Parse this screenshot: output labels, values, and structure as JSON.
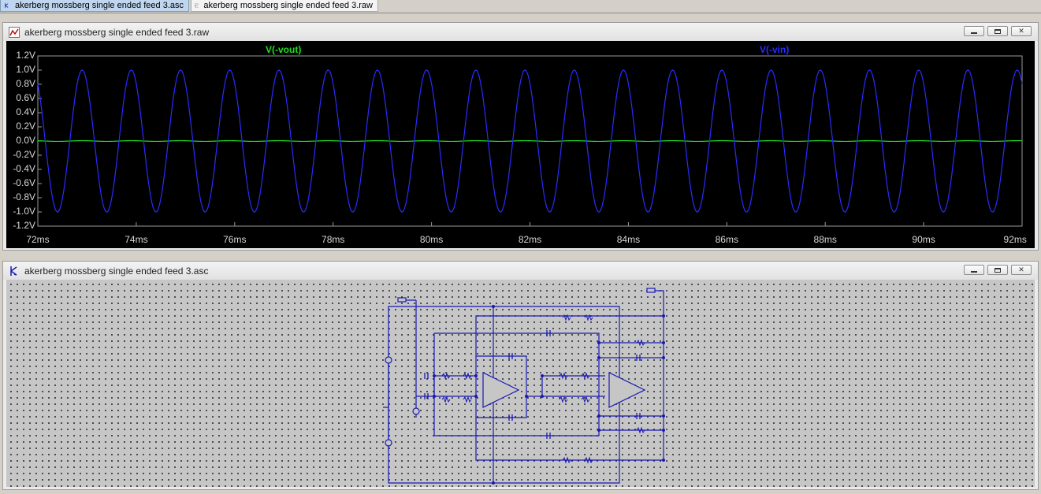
{
  "tabs": [
    {
      "label": "akerberg mossberg single ended feed 3.asc",
      "icon": "schematic-icon",
      "active": true
    },
    {
      "label": "akerberg mossberg single ended feed 3.raw",
      "icon": "waveform-icon",
      "active": false
    }
  ],
  "plot_window": {
    "title": "akerberg mossberg single ended feed 3.raw",
    "icon": "waveform-icon",
    "buttons": {
      "minimize": "minimize",
      "restore": "restore",
      "close": "close"
    }
  },
  "schematic_window": {
    "title": "akerberg mossberg single ended feed 3.asc",
    "icon": "schematic-icon",
    "buttons": {
      "minimize": "minimize",
      "restore": "restore",
      "close": "close"
    },
    "background": "#c6c6c6",
    "wire_color": "#1a1ab4"
  },
  "chart_data": {
    "type": "line",
    "background": "#000000",
    "series": [
      {
        "name": "V(-vout)",
        "color": "#1ee01e",
        "waveform": "sine",
        "amplitude": 0.005,
        "frequency_hz": 1000
      },
      {
        "name": "V(-vin)",
        "color": "#2b2bff",
        "waveform": "sine",
        "amplitude": 1.0,
        "frequency_hz": 1000
      }
    ],
    "x_range_ms": [
      72,
      92
    ],
    "ylim": [
      -1.2,
      1.2
    ],
    "x_ticks": [
      "72ms",
      "74ms",
      "76ms",
      "78ms",
      "80ms",
      "82ms",
      "84ms",
      "86ms",
      "88ms",
      "90ms",
      "92ms"
    ],
    "y_ticks": [
      "1.2V",
      "1.0V",
      "0.8V",
      "0.6V",
      "0.4V",
      "0.2V",
      "0.0V",
      "-0.2V",
      "-0.4V",
      "-0.6V",
      "-0.8V",
      "-1.0V",
      "-1.2V"
    ]
  }
}
